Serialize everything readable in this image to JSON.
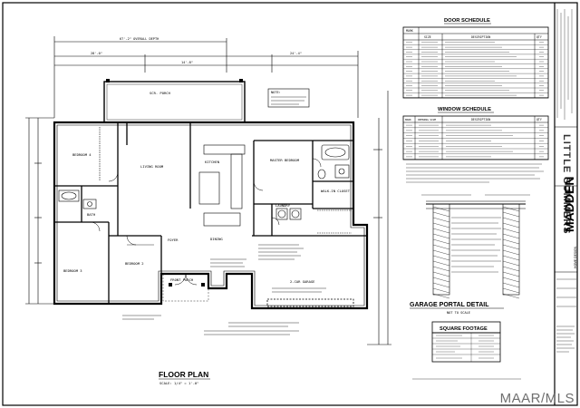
{
  "plan": {
    "title": "FLOOR PLAN",
    "scale": "SCALE: 1/4\" = 1'-0\"",
    "rooms": [
      "SCR. PORCH",
      "BEDROOM 4",
      "LIVING ROOM",
      "MASTER BEDROOM",
      "BATH",
      "BEDROOM 3",
      "BEDROOM 2",
      "FOYER",
      "DINING",
      "KITCHEN",
      "LAUNDRY",
      "WALK-IN CLOSET",
      "2-CAR GARAGE",
      "FRONT PORCH"
    ],
    "note_header": "NOTE:"
  },
  "door_schedule": {
    "title": "DOOR SCHEDULE",
    "columns": [
      "MARK",
      "SIZE",
      "DESCRIPTION",
      "QTY"
    ]
  },
  "window_schedule": {
    "title": "WINDOW SCHEDULE",
    "columns": [
      "MARK",
      "OPENING SIZE",
      "DESCRIPTION",
      "QTY"
    ]
  },
  "garage_detail": {
    "title": "GARAGE PORTAL DETAIL",
    "subtitle": "NOT TO SCALE"
  },
  "square_footage": {
    "title": "SQUARE FOOTAGE"
  },
  "title_block": {
    "brand": "MADDEN",
    "brand_sub": "HOME DESIGN",
    "plan_name": "LITTLE SUMMERS"
  },
  "watermark": "MAAR/MLS"
}
